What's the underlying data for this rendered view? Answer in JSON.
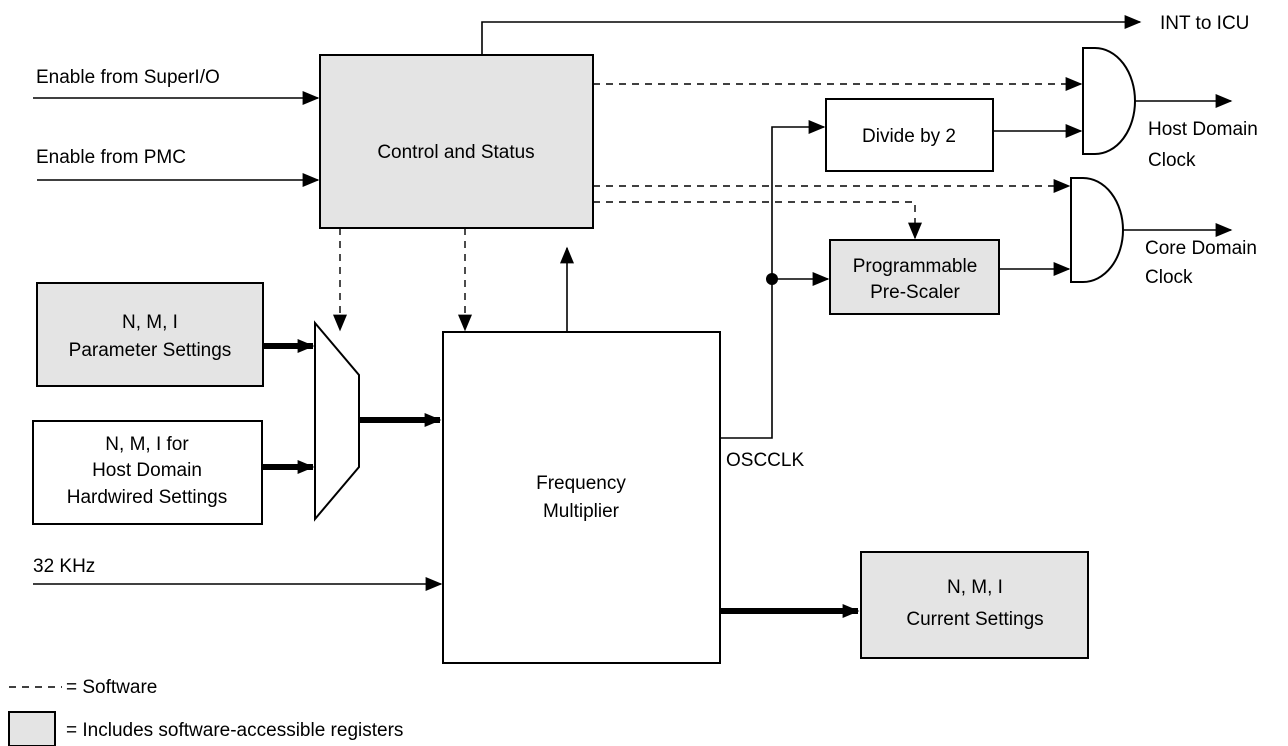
{
  "colors": {
    "register_fill": "#e4e4e4",
    "plain_fill": "#ffffff",
    "line": "#000000"
  },
  "blocks": {
    "control_status": "Control and Status",
    "divide_by_2": "Divide by 2",
    "prescaler": [
      "Programmable",
      "Pre-Scaler"
    ],
    "param_settings": [
      "N, M, I",
      "Parameter Settings"
    ],
    "hardwired_settings": [
      "N, M, I for",
      "Host Domain",
      "Hardwired Settings"
    ],
    "freq_multiplier": [
      "Frequency",
      "Multiplier"
    ],
    "current_settings": [
      "N, M, I",
      "Current Settings"
    ]
  },
  "signals": {
    "enable_superio": "Enable from SuperI/O",
    "enable_pmc": "Enable from PMC",
    "int_to_icu": "INT to ICU",
    "clk_32khz": "32 KHz",
    "oscclk": "OSCCLK",
    "host_clock": [
      "Host Domain",
      "Clock"
    ],
    "core_clock": [
      "Core Domain",
      "Clock"
    ]
  },
  "legend": {
    "software": "= Software",
    "registers": "= Includes software-accessible registers"
  }
}
